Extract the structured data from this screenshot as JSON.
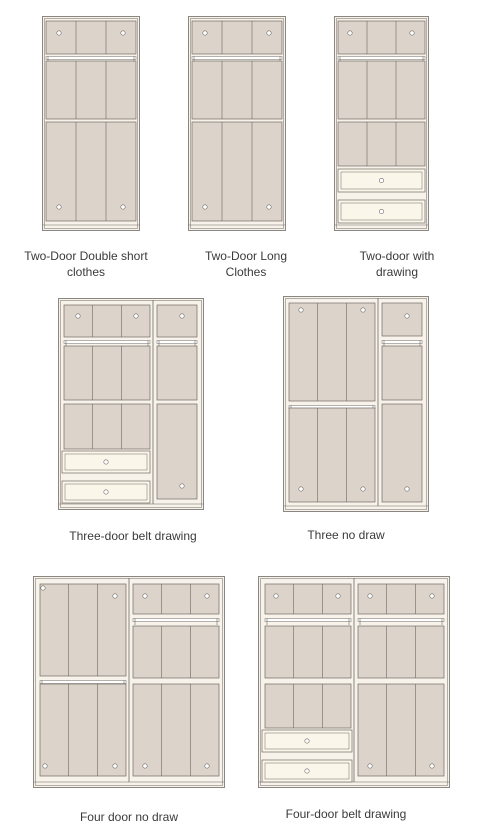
{
  "palette": {
    "frame": "#f7f2ea",
    "panel": "#dcd3cb",
    "line": "#6f6a64",
    "drawer": "#fbf6ea"
  },
  "items": [
    {
      "name": "two-door-double-short",
      "caption": "Two-Door Double short clothes"
    },
    {
      "name": "two-door-long",
      "caption": "Two-Door Long Clothes"
    },
    {
      "name": "two-door-drawing",
      "caption": "Two-door with drawing"
    },
    {
      "name": "three-door-belt-drawing",
      "caption": "Three-door belt drawing"
    },
    {
      "name": "three-no-draw",
      "caption": "Three no draw"
    },
    {
      "name": "four-door-no-draw",
      "caption": "Four door no draw"
    },
    {
      "name": "four-door-belt-drawing",
      "caption": "Four-door belt drawing"
    }
  ]
}
